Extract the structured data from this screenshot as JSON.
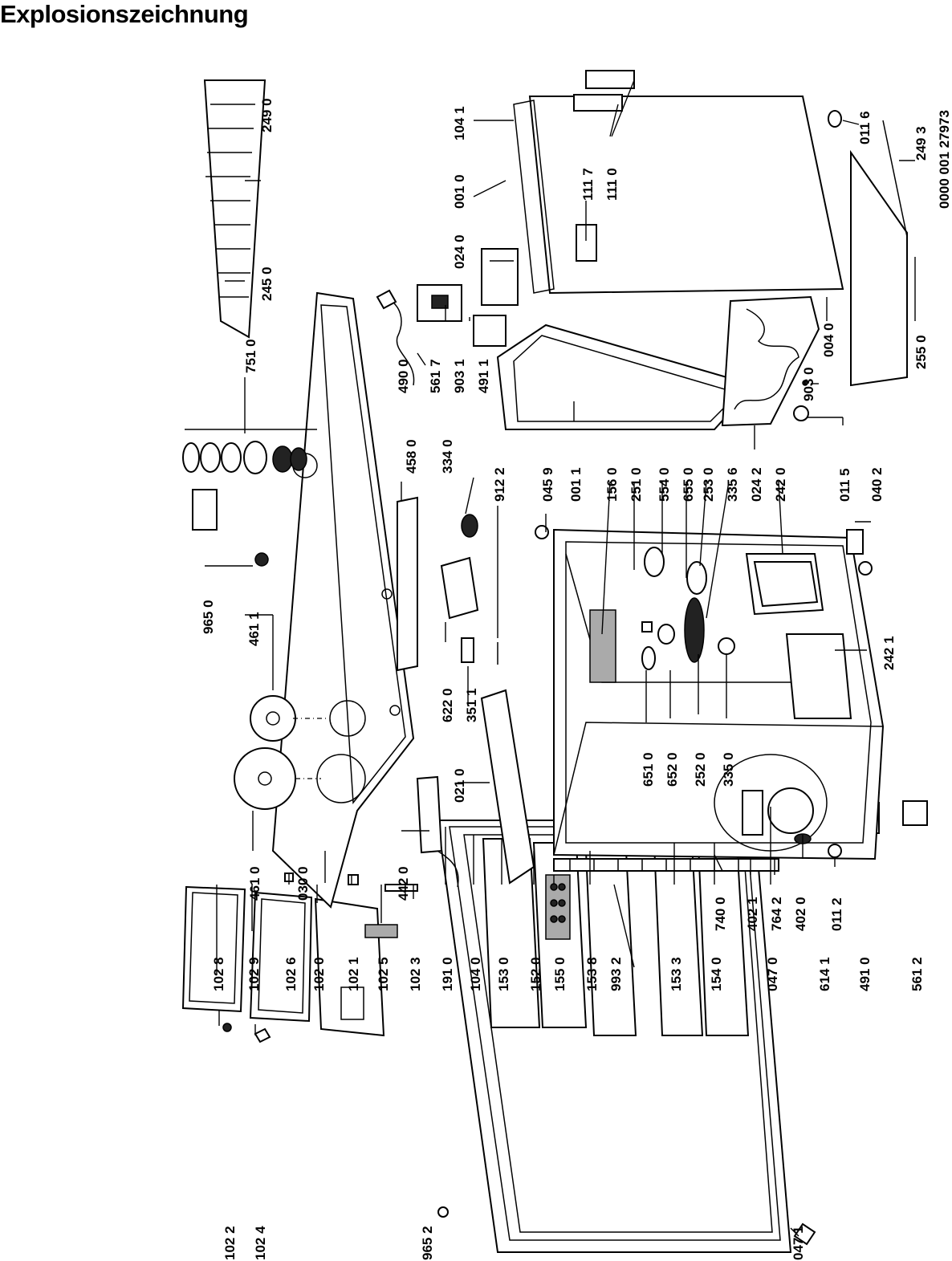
{
  "document": {
    "title": "Explosionszeichnung",
    "drawing_number": "0000 001 27973"
  },
  "part_labels": [
    "102 2",
    "102 4",
    "965 2",
    "047 1",
    "102 8",
    "102 9",
    "102 6",
    "102 0",
    "102 1",
    "102 5",
    "102 3",
    "191 0",
    "104 0",
    "153 0",
    "152 0",
    "155 0",
    "153 8",
    "993 2",
    "153 3",
    "154 0",
    "047 0",
    "614 1",
    "491 0",
    "561 2",
    "461 0",
    "030 0",
    "442 0",
    "021 0",
    "351 1",
    "622 0",
    "461 1",
    "965 0",
    "912 2",
    "334 0",
    "458 0",
    "751 0",
    "245 0",
    "249 0",
    "490 0",
    "561 7",
    "903 1",
    "491 1",
    "024 0",
    "001 0",
    "104 1",
    "111 7",
    "111 0",
    "045 9",
    "001 1",
    "156 0",
    "251 0",
    "554 0",
    "655 0",
    "253 0",
    "335 6",
    "024 2",
    "242 0",
    "242 1",
    "651 0",
    "652 0",
    "252 0",
    "335 0",
    "740 0",
    "402 1",
    "764 2",
    "402 0",
    "011 2",
    "011 5",
    "040 2",
    "903 0",
    "004 0",
    "255 0",
    "011 6",
    "249 3"
  ]
}
